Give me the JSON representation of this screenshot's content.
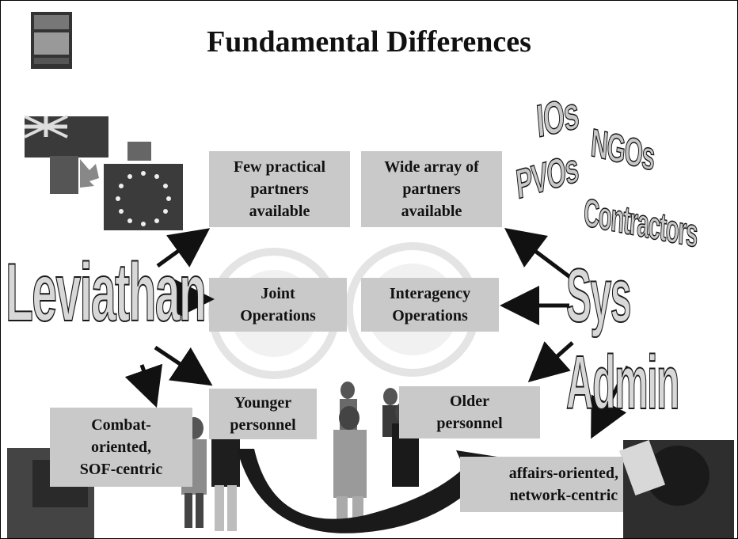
{
  "title": "Fundamental  Differences",
  "left_label": "Leviathan",
  "right_label": "Sys Admin",
  "orgs": [
    "IOs",
    "NGOs",
    "PVOs",
    "Contractors"
  ],
  "boxes": {
    "few_partners": "Few practical\npartners\navailable",
    "wide_partners": "Wide array of\npartners\navailable",
    "joint": "Joint\nOperations",
    "interagency": "Interagency\nOperations",
    "younger": "Younger\npersonnel",
    "older": "Older\npersonnel",
    "combat": "Combat-\noriented,\nSOF-centric",
    "civil": "affairs-oriented,\nnetwork-centric"
  },
  "colors": {
    "box": "#c9c9c9",
    "arrow": "#111111"
  }
}
